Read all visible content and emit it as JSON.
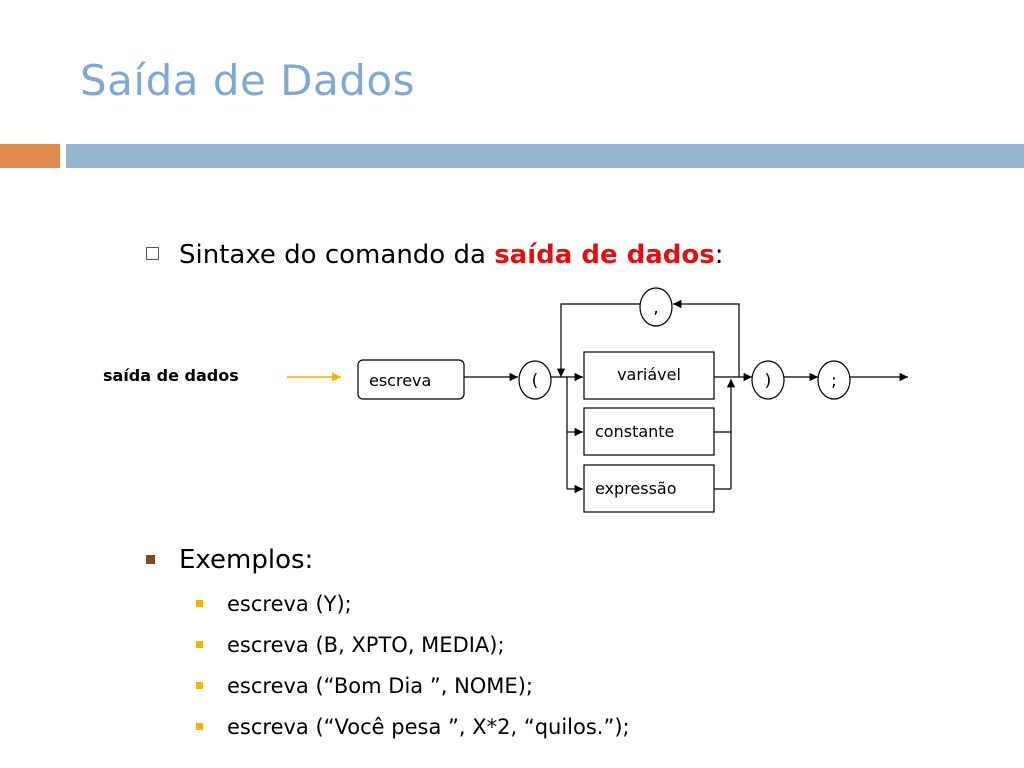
{
  "slide": {
    "title": "Saída de Dados",
    "accent_colors": {
      "title": "#7fa9d2",
      "bar_orange": "#e08a4b",
      "bar_blue": "#94b6d2",
      "highlight": "#e01010"
    }
  },
  "syntax": {
    "text": "Sintaxe do comando da ",
    "highlight": "saída de dados",
    "colon": ":"
  },
  "diagram": {
    "start_label": "saída de dados",
    "keyword": "escreva",
    "open_paren": "(",
    "options": [
      "variável",
      "constante",
      "expressão"
    ],
    "comma": ",",
    "close_paren": ")",
    "semicolon": ";"
  },
  "examples": {
    "heading": "Exemplos:",
    "items": [
      "escreva (Y);",
      "escreva (B, XPTO, MEDIA);",
      "escreva (“Bom Dia ”, NOME);",
      "escreva (“Você pesa ”, X*2, “quilos.”);"
    ]
  }
}
